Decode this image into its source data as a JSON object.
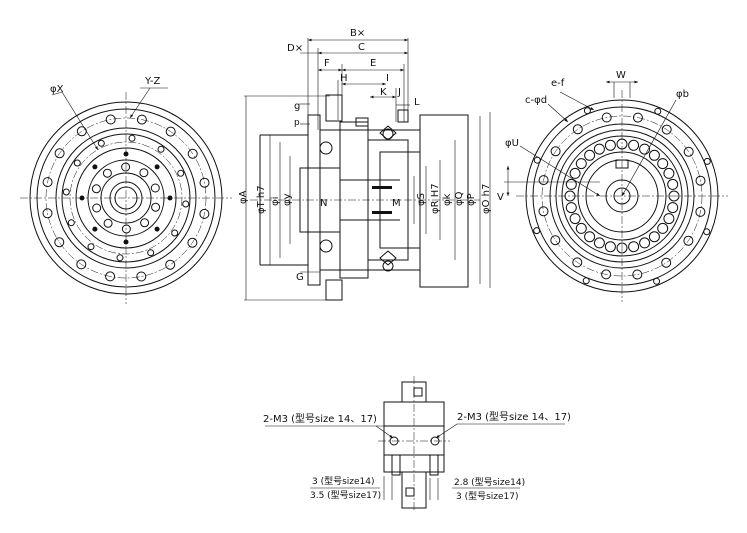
{
  "labels": {
    "phi_x": "φX",
    "y_z": "Y-Z",
    "b_star": "B×",
    "d_star": "D×",
    "c": "C",
    "f": "F",
    "e": "E",
    "h": "H",
    "i": "I",
    "k": "K",
    "j": "J",
    "l": "L",
    "g_small": "g",
    "p_small": "p",
    "g_cap": "G",
    "n": "N",
    "m": "M",
    "phi_a": "φA",
    "phi_t_h7": "φT h7",
    "phi_i": "φi",
    "phi_y": "φy",
    "phi_s": "φS",
    "phi_r_h7": "φR H7",
    "phi_k": "φk",
    "phi_q": "φQ",
    "phi_p": "φP",
    "phi_o_h7": "φO h7",
    "e_f": "e-f",
    "c_phi_d": "c-φd",
    "w": "W",
    "phi_b": "φb",
    "phi_u": "φU",
    "v": "V"
  },
  "detail": {
    "tap_left": "2-M3 (型号size 14、17)",
    "tap_right": "2-M3 (型号size 14、17)",
    "dim_left_top": "3 (型号size14)",
    "dim_left_bottom": "3.5 (型号size17)",
    "dim_right_top": "2.8 (型号size14)",
    "dim_right_bottom": "3 (型号size17)"
  }
}
